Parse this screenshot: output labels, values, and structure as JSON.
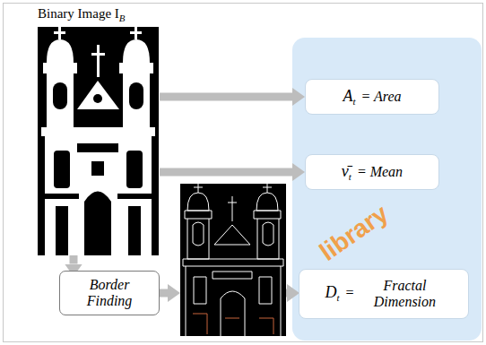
{
  "diagram": {
    "nodes": [
      {
        "text": [
          "Binary Image I",
          "B"
        ]
      },
      {
        "text": [
          "A",
          "t",
          "= Area"
        ]
      },
      {
        "text": [
          "ν̄",
          "t",
          "= Mean"
        ]
      },
      {
        "text": [
          "Border Finding"
        ]
      },
      {
        "text": [
          "D",
          "t",
          "=",
          "Fractal Dimension"
        ]
      }
    ],
    "edges": [
      {
        "from": 0,
        "to": 1,
        "arrow": "to"
      },
      {
        "from": 0,
        "to": 2,
        "arrow": "to"
      },
      {
        "from": 0,
        "to": 3,
        "arrow": "to"
      }
    ],
    "labels": [
      "library"
    ]
  }
}
